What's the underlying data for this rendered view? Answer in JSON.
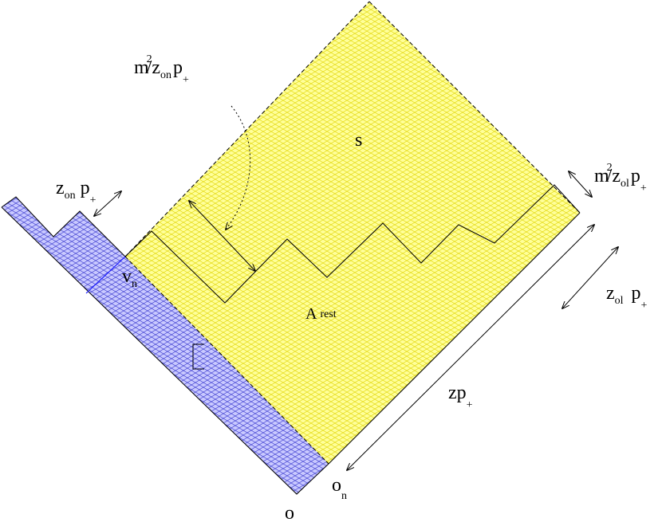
{
  "colors": {
    "yellow_fill": "#ffff99",
    "yellow_mesh": "#e0d400",
    "blue_fill": "#c9c9ff",
    "blue_mesh": "#3333cc",
    "line": "#000000",
    "blue_line": "#1a1aff"
  },
  "labels": {
    "top_left_formula": {
      "m": "m",
      "sup": "2",
      "slash": "/",
      "z": "z",
      "on": "on",
      "p": "p",
      "plus": "+"
    },
    "s": "s",
    "zon_p": {
      "z": "z",
      "on": "on",
      "p": "p",
      "plus": "+"
    },
    "right_formula": {
      "m": "m",
      "sup": "2",
      "slash": "/",
      "z": "z",
      "ol": "ol",
      "p": "p",
      "plus": "+"
    },
    "zol_p": {
      "z": "z",
      "ol": "ol",
      "p": "p",
      "plus": "+"
    },
    "v_n": {
      "v": "v",
      "n": "n"
    },
    "a_rest": {
      "a": "A",
      "rest": "rest"
    },
    "z_p": {
      "z": "z",
      "p": "p",
      "plus": "+"
    },
    "o_n": {
      "o": "o",
      "n": "n"
    },
    "o": "o"
  }
}
